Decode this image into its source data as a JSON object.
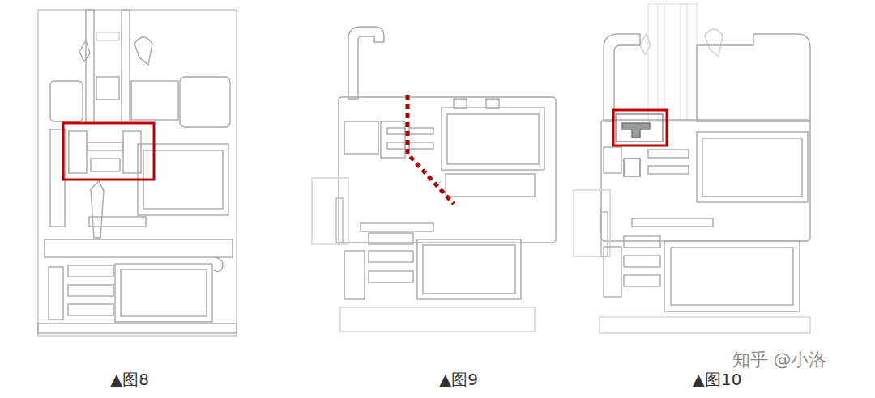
{
  "diagram": {
    "labels": [
      "▲图8",
      "▲图9",
      "▲图10",
      "知乎 @小洛"
    ]
  }
}
